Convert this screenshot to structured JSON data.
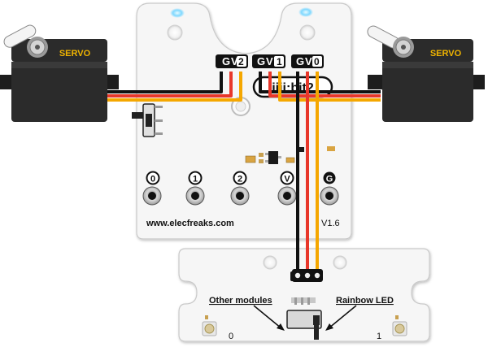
{
  "servo_left": {
    "label": "SERVO"
  },
  "servo_right": {
    "label": "SERVO"
  },
  "board": {
    "logo": "iiii:bit2",
    "pin_headers": [
      {
        "g": "G",
        "v": "V",
        "n": "2"
      },
      {
        "g": "G",
        "v": "V",
        "n": "1"
      },
      {
        "g": "G",
        "v": "V",
        "n": "0"
      }
    ],
    "pads": [
      "0",
      "1",
      "2",
      "V",
      "G"
    ],
    "website": "www.elecfreaks.com",
    "version": "V1.6"
  },
  "led_board": {
    "other_modules_label": "Other modules",
    "rainbow_led_label": "Rainbow LED",
    "led_left_number": "0",
    "led_right_number": "1"
  },
  "colors": {
    "wire_ground": "#111111",
    "wire_power": "#e8372a",
    "wire_signal": "#f5a700",
    "servo_body": "#2b2b2b",
    "servo_label": "#f0b400",
    "indicator_led": "#7fd8ff"
  }
}
